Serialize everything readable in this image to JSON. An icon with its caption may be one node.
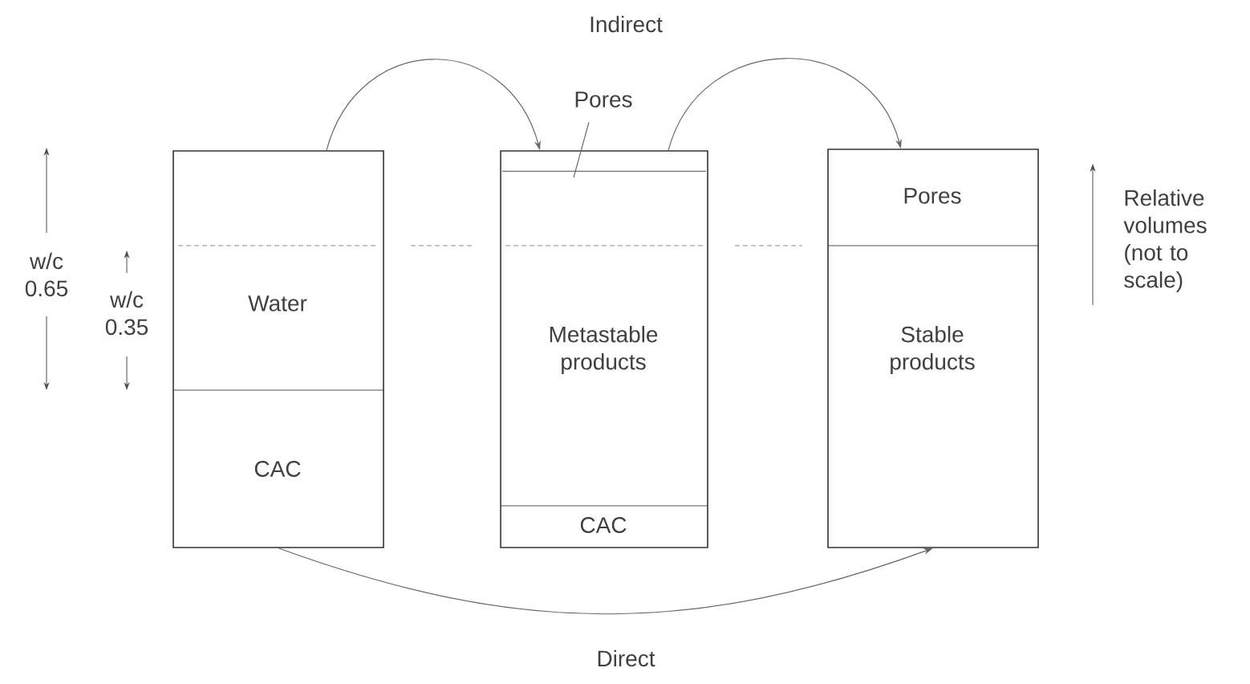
{
  "diagram": {
    "nodes": [
      {
        "text": [
          "Water",
          "CAC"
        ]
      },
      {
        "text": [
          "Metastable products",
          "CAC"
        ]
      },
      {
        "text": [],
        "shape": "bar",
        "in": 1
      },
      {
        "text": [
          "Pores"
        ]
      },
      {
        "text": [
          "Pores",
          "Stable products"
        ]
      }
    ],
    "edges": [
      {
        "from": 0,
        "to": 1,
        "arrow": "to"
      },
      {
        "from": 1,
        "to": 4,
        "arrow": "to"
      },
      {
        "from": 0,
        "to": 4,
        "arrow": "to",
        "label": "Direct"
      },
      {
        "from": 3,
        "to": 2,
        "arrow": "none"
      }
    ],
    "labels": [
      "Indirect",
      "w/c 0.65",
      "w/c 0.35",
      "Relative volumes (not to scale)"
    ]
  }
}
